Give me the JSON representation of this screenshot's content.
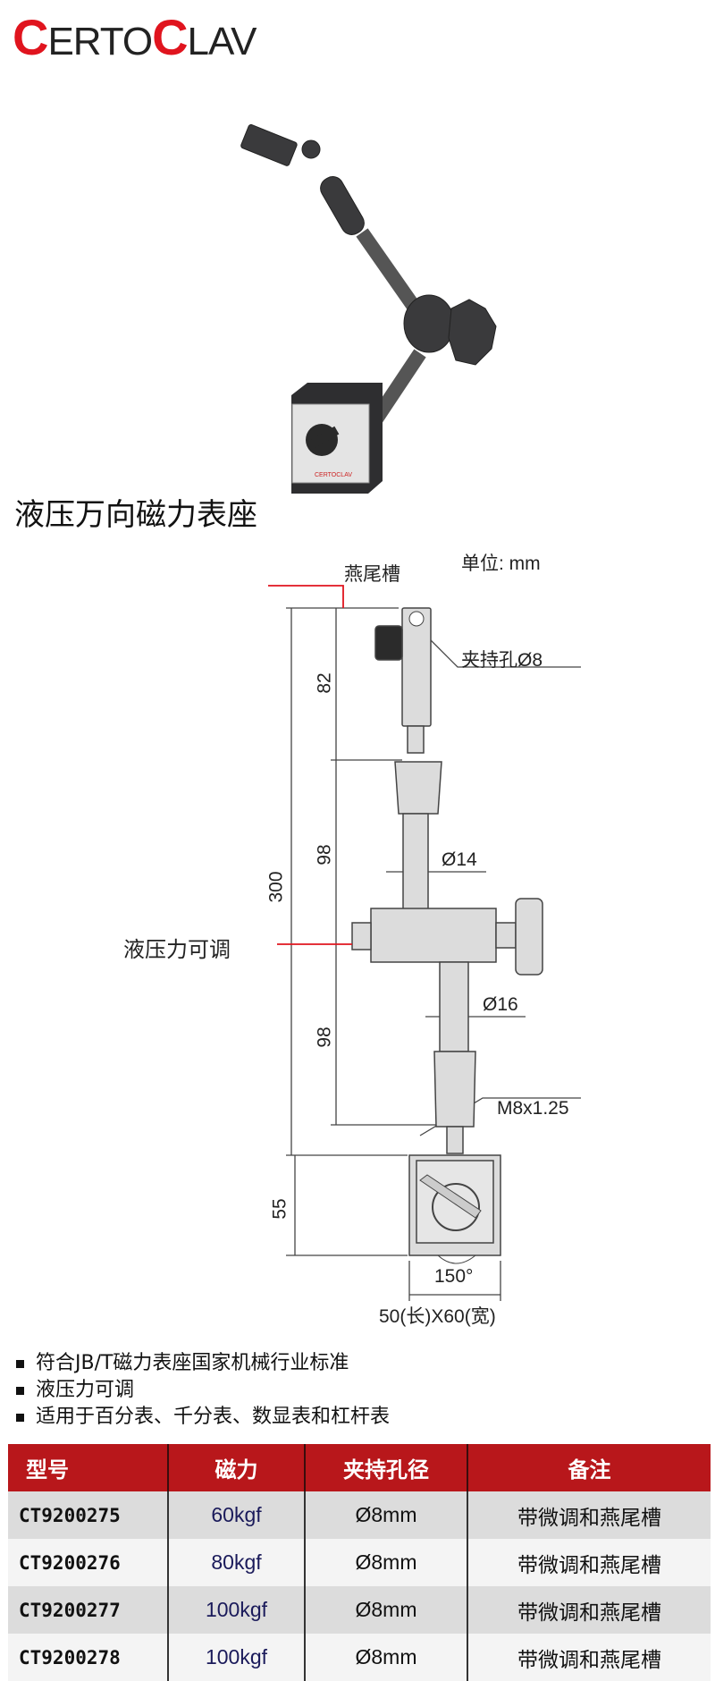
{
  "brand": {
    "logo_text": "CERTOCLAV",
    "part1_initial": "C",
    "part1_rest": "ERTO",
    "part2_initial": "C",
    "part2_rest": "LAV",
    "accent": "#e0141e"
  },
  "product": {
    "title": "液压万向磁力表座",
    "photo_logo": "CERTOCLAV"
  },
  "diagram": {
    "unit": "单位: mm",
    "dovetail": "燕尾槽",
    "clamp_hole": "夹持孔Ø8",
    "dim_82": "82",
    "dim_98_upper": "98",
    "dim_98_lower": "98",
    "dim_300": "300",
    "dim_55": "55",
    "d14": "Ø14",
    "d16": "Ø16",
    "adjust": "液压力可调",
    "thread": "M8x1.25",
    "angle": "150°",
    "base_size": "50(长)X60(宽)"
  },
  "features": [
    "符合JB/T磁力表座国家机械行业标准",
    "液压力可调",
    "适用于百分表、千分表、数显表和杠杆表"
  ],
  "table": {
    "header_color": "#b8171b",
    "columns": [
      "型号",
      "磁力",
      "夹持孔径",
      "备注"
    ],
    "rows": [
      [
        "CT9200275",
        "60kgf",
        "Ø8mm",
        "带微调和燕尾槽"
      ],
      [
        "CT9200276",
        "80kgf",
        "Ø8mm",
        "带微调和燕尾槽"
      ],
      [
        "CT9200277",
        "100kgf",
        "Ø8mm",
        "带微调和燕尾槽"
      ],
      [
        "CT9200278",
        "100kgf",
        "Ø8mm",
        "带微调和燕尾槽"
      ]
    ]
  }
}
